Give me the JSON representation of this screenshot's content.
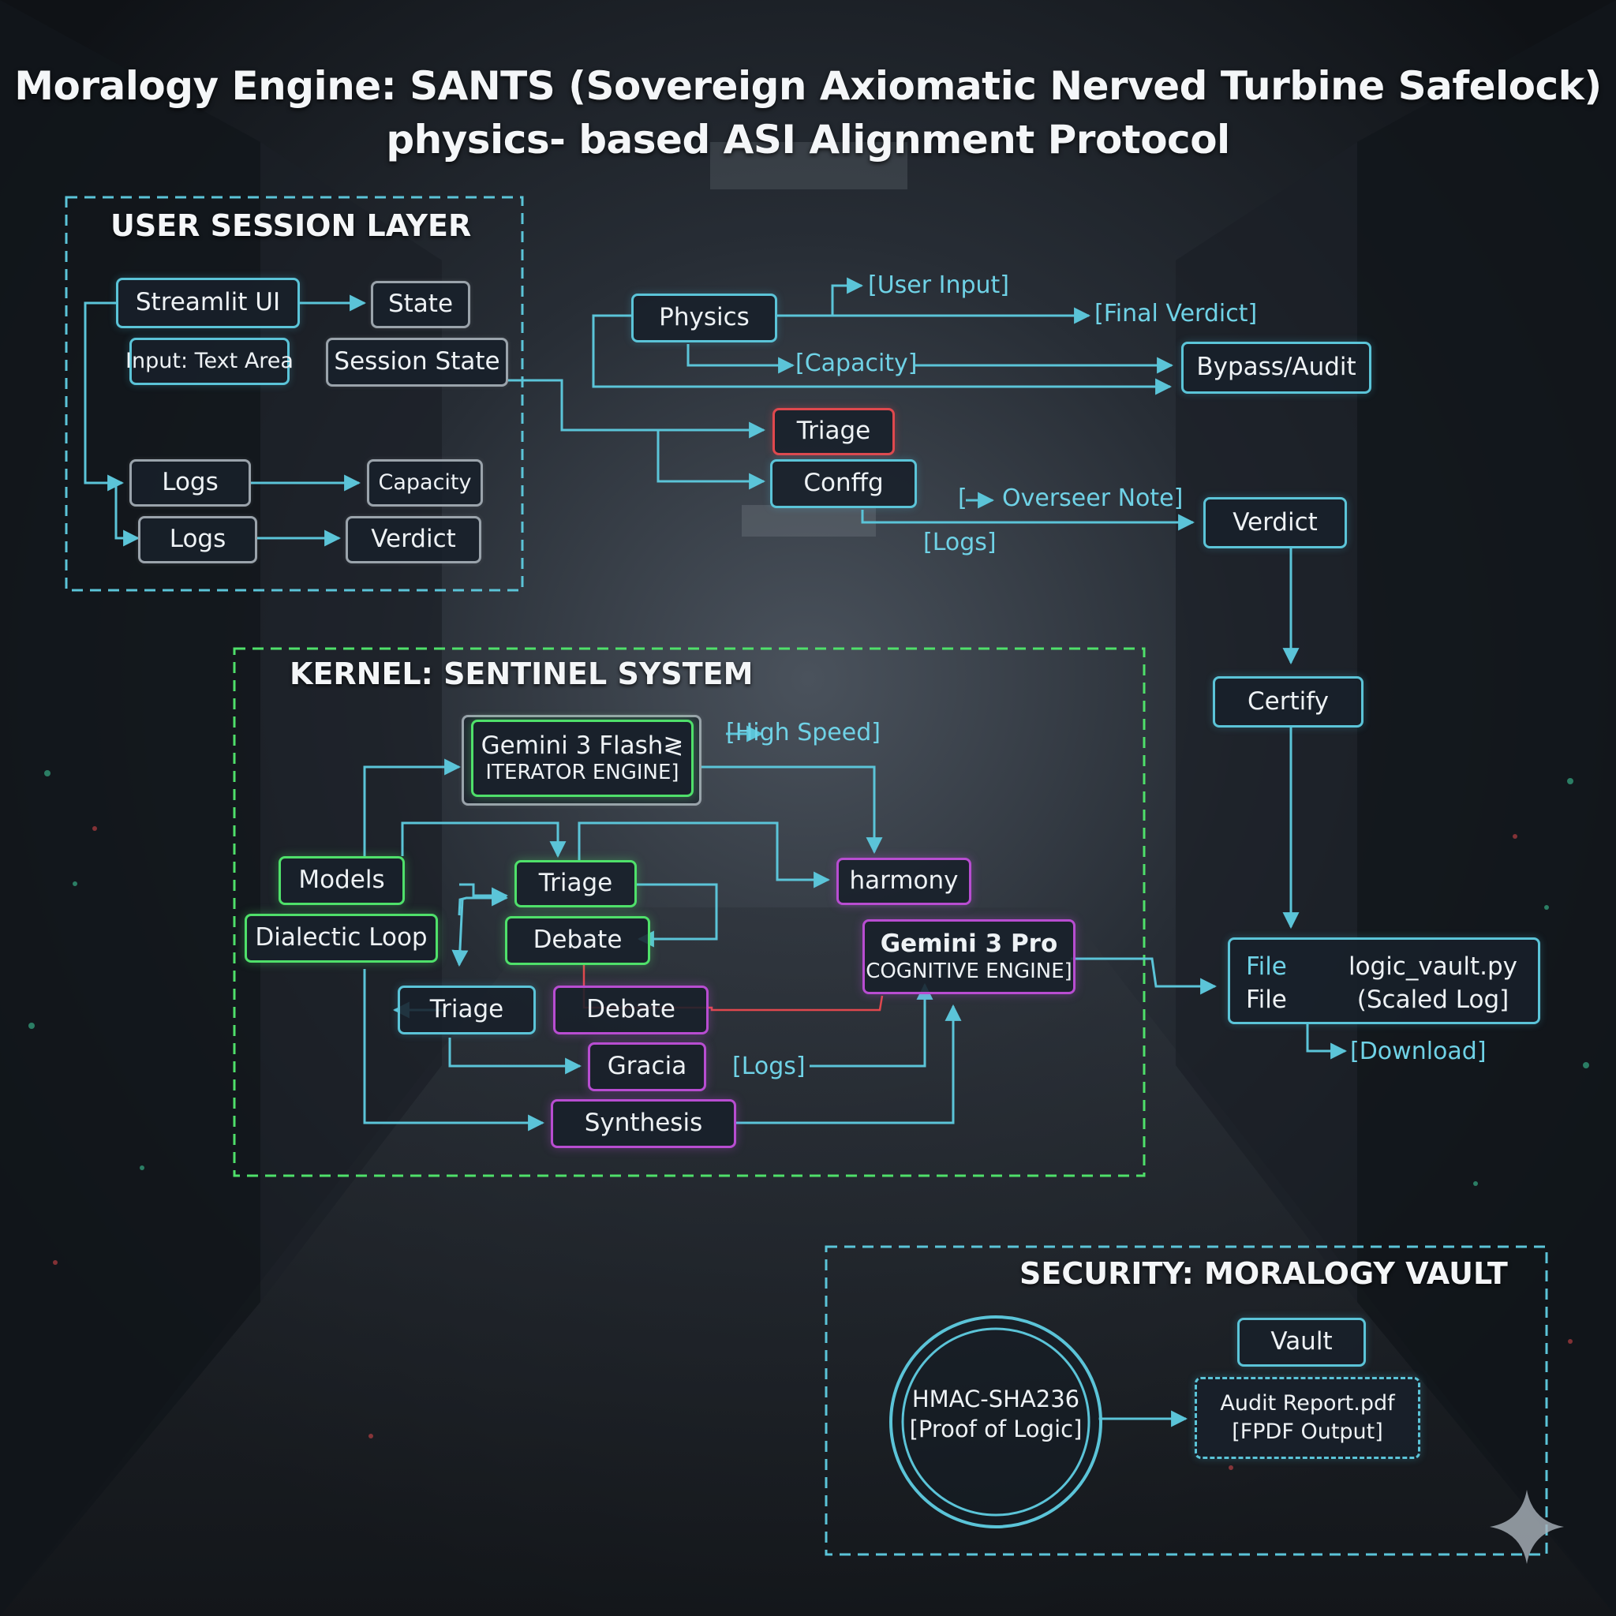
{
  "title": {
    "line1": "Moralogy Engine: SANTS (Sovereign Axiomatic Nerved Turbine Safelock)",
    "line2": "physics- based ASI Alignment Protocol"
  },
  "user_session": {
    "title": "USER SESSION LAYER",
    "streamlit_ui": "Streamlit UI",
    "state": "State",
    "input_text_area": "Input: Text Area",
    "session_state": "Session State",
    "logs_1": "Logs",
    "capacity": "Capacity",
    "logs_2": "Logs",
    "verdict": "Verdict"
  },
  "flow": {
    "physics": "Physics",
    "user_input_label": "[User Input]",
    "final_verdict_label": "[Final Verdict]",
    "capacity_label": "[Capacity]",
    "bypass_audit": "Bypass/Audit",
    "triage": "Triage",
    "config": "Conffg",
    "overseer_note_label": "Overseer Note]",
    "overseer_bracket": "[",
    "logs_label": "[Logs]",
    "verdict": "Verdict",
    "certify": "Certify",
    "file_label_1": "File",
    "file_label_2": "File",
    "file_name": "logic_vault.py",
    "file_desc": "(Scaled Log]",
    "download_label": "[Download]"
  },
  "kernel": {
    "title": "KERNEL: SENTINEL SYSTEM",
    "flash_title": "Gemini 3 Flash≷",
    "flash_sub": "ITERATOR ENGINE]",
    "high_speed_label": "[High Speed]",
    "models": "Models",
    "dialectic_loop": "Dialectic Loop",
    "triage_1": "Triage",
    "debate_1": "Debate",
    "harmony": "harmony",
    "pro_title": "Gemini 3 Pro",
    "pro_sub": "COGNITIVE ENGINE]",
    "triage_2": "Triage",
    "debate_2": "Debate",
    "gracia": "Gracia",
    "logs_label": "[Logs]",
    "synthesis": "Synthesis"
  },
  "security": {
    "title": "SECURITY: MORALOGY VAULT",
    "hmac_line1": "HMAC-SHA236",
    "hmac_line2": "[Proof of Logic]",
    "vault": "Vault",
    "audit_line1": "Audit Report.pdf",
    "audit_line2": "[FPDF Output]"
  },
  "colors": {
    "cyan": "#5bc4d8",
    "green": "#4fe06a",
    "purple": "#b84dd1",
    "red": "#e0484d",
    "grey": "#9aa3ab"
  }
}
